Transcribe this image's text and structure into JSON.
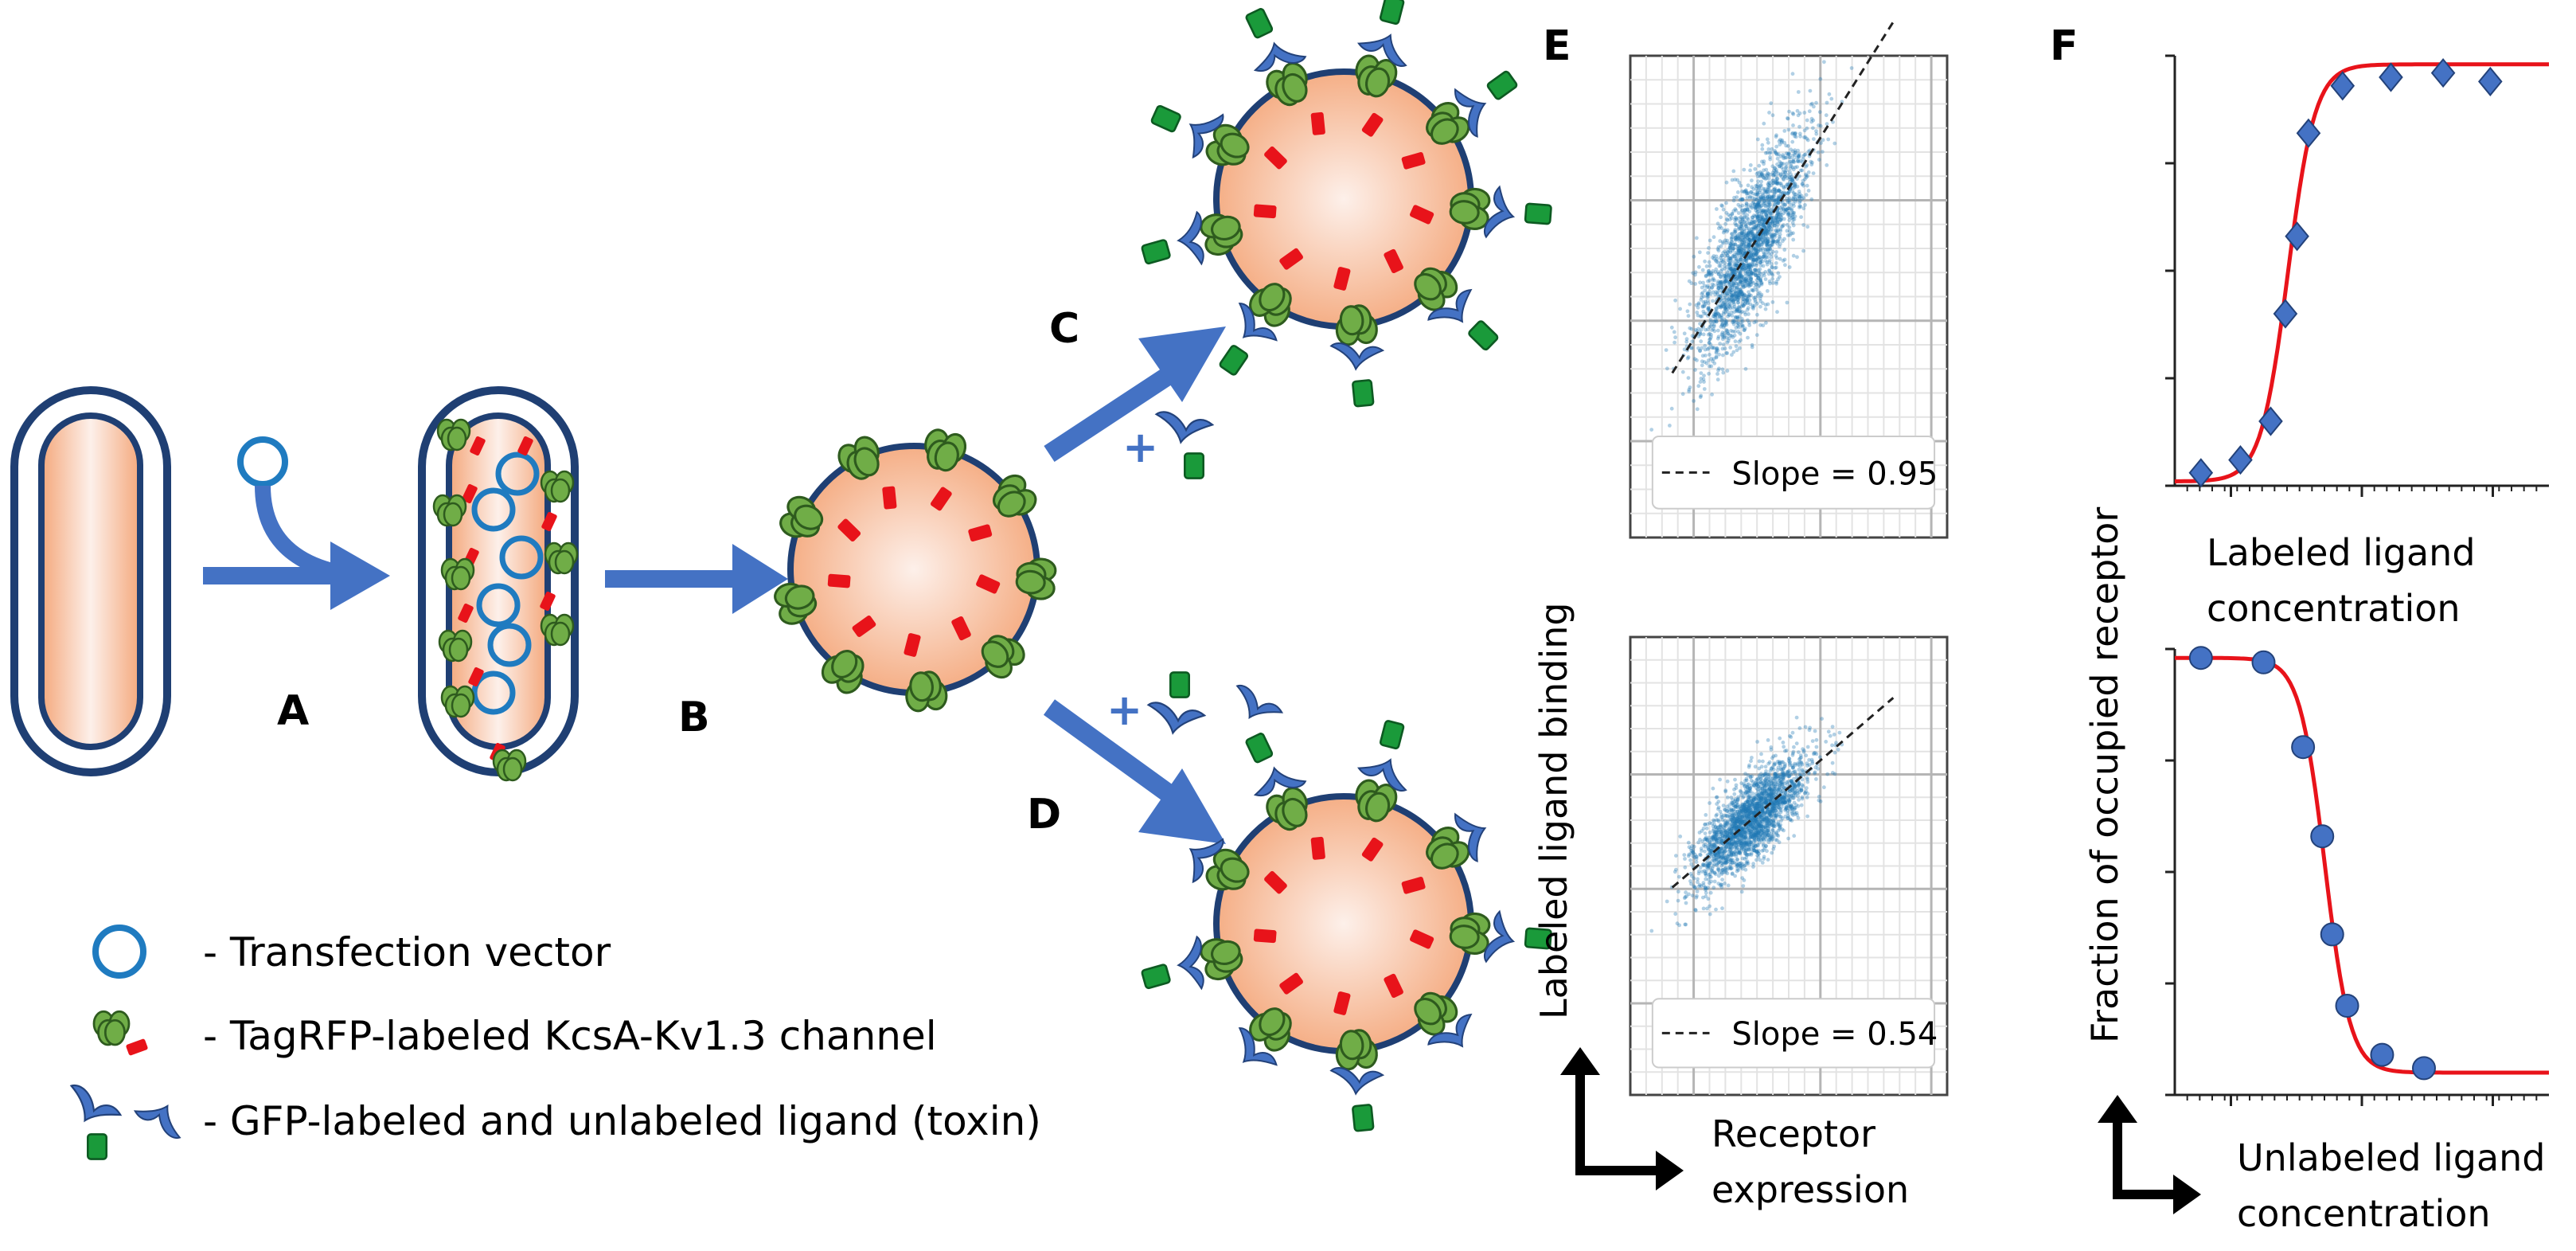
{
  "step_labels": {
    "a": "A",
    "b": "B",
    "c": "C",
    "d": "D"
  },
  "panel_labels": {
    "e": "E",
    "f": "F"
  },
  "legend": {
    "vector": "- Transfection vector",
    "channel": "- TagRFP-labeled KcsA-Kv1.3 channel",
    "ligand": "- GFP-labeled and unlabeled ligand (toxin)"
  },
  "plus_sign": "+",
  "panel_e": {
    "y_axis_label": "Labeled ligand binding",
    "x_axis_line1": "Receptor",
    "x_axis_line2": "expression",
    "log_scale": true,
    "grid": true,
    "top": {
      "legend_text": "Slope = 0.95",
      "slope": 0.95,
      "legend_placement": "bottom-right"
    },
    "bottom": {
      "legend_text": "Slope = 0.54",
      "slope": 0.54,
      "legend_placement": "bottom-right"
    }
  },
  "panel_f": {
    "y_axis_label": "Fraction of occupied receptor",
    "top_xlabel_line1": "Labeled ligand",
    "top_xlabel_line2": "concentration",
    "bottom_xlabel_line1": "Unlabeled ligand",
    "bottom_xlabel_line2": "concentration"
  },
  "colors": {
    "arrow": "#4472c4",
    "vector_ring": "#1f7bc0",
    "cell_fill_outer": "#f4a87c",
    "cell_fill_inner": "#fdf0ea",
    "cell_border": "#1f3f73",
    "receptor_green": "#70ad47",
    "tag_red": "#e8131a",
    "toxin_blue": "#4472c4",
    "gfp_green": "#1a9a3a",
    "scatter": "#1f77b4",
    "fit_curve": "#e8131a",
    "marker": "#4472c4"
  },
  "chart_data": [
    {
      "type": "scatter",
      "panel": "E-top",
      "xlabel": "Receptor expression",
      "ylabel": "Labeled ligand binding",
      "log_x": true,
      "log_y": true,
      "grid": true,
      "fit_slope": 0.95,
      "legend": "Slope = 0.95"
    },
    {
      "type": "scatter",
      "panel": "E-bottom",
      "xlabel": "Receptor expression",
      "ylabel": "Labeled ligand binding",
      "log_x": true,
      "log_y": true,
      "grid": true,
      "fit_slope": 0.54,
      "legend": "Slope = 0.54"
    },
    {
      "type": "scatter",
      "panel": "F-top",
      "xlabel": "Labeled ligand concentration",
      "ylabel": "Fraction of occupied receptor",
      "log_x": true,
      "x": [
        0.5,
        1,
        1.7,
        2.2,
        2.7,
        3.3,
        4.5,
        8,
        15,
        25,
        40,
        60,
        100
      ],
      "y": [
        0.03,
        0.06,
        0.16,
        0.4,
        0.62,
        0.83,
        0.93,
        0.95,
        0.96,
        0.96,
        0.96,
        0.96,
        0.96
      ],
      "x_points": [
        0.5,
        1,
        1.7,
        2.2,
        2.7,
        3.3,
        6,
        14,
        35,
        80
      ],
      "y_points": [
        0.03,
        0.06,
        0.15,
        0.4,
        0.58,
        0.82,
        0.93,
        0.95,
        0.96,
        0.94
      ],
      "note": "sigmoid fit with data markers (diamonds)"
    },
    {
      "type": "scatter",
      "panel": "F-bottom",
      "xlabel": "Unlabeled ligand concentration",
      "ylabel": "Fraction of occupied receptor",
      "log_x": true,
      "x_points": [
        0.5,
        1.5,
        3,
        4.2,
        5,
        6.5,
        12,
        25
      ],
      "y_points": [
        0.98,
        0.97,
        0.78,
        0.58,
        0.36,
        0.2,
        0.09,
        0.06
      ]
    }
  ]
}
